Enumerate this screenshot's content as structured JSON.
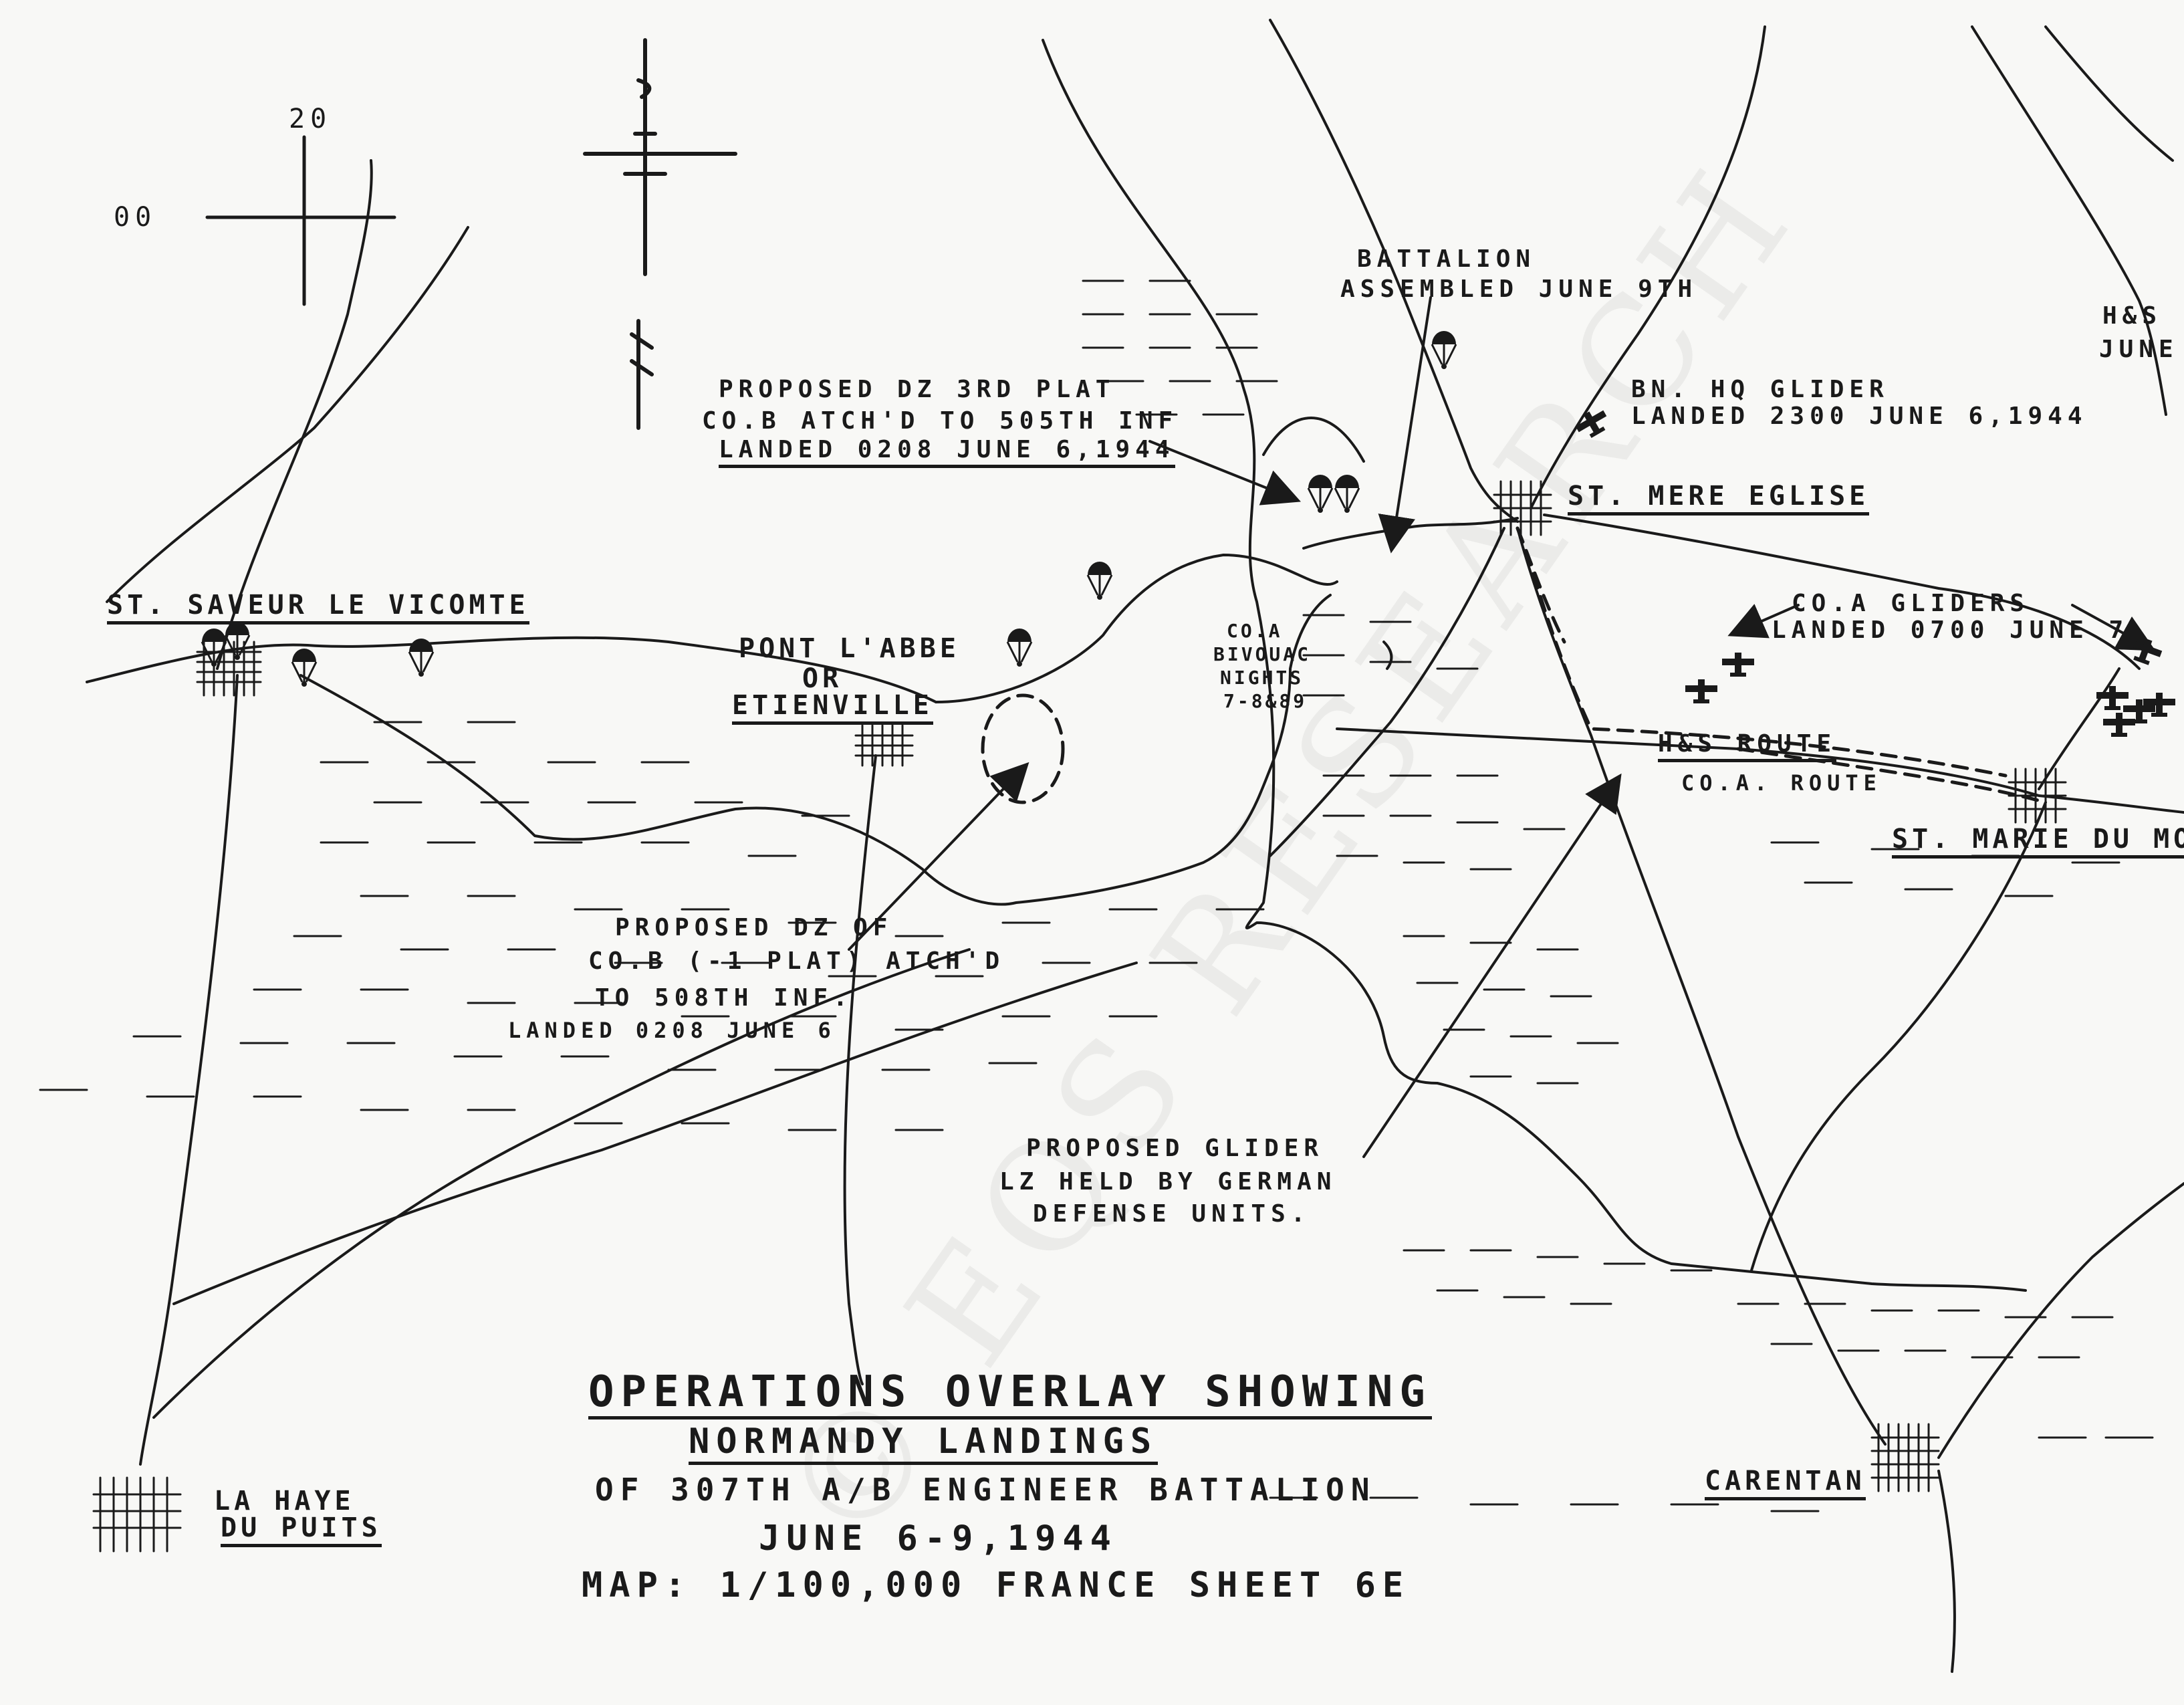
{
  "grid": {
    "easting": "00",
    "northing": "20"
  },
  "north_arrow_symbol": "north-arrow",
  "places": {
    "st_saveur": "ST. SAVEUR LE VICOMTE",
    "pont_labbe_1": "PONT L'ABBE",
    "pont_labbe_2": "OR",
    "pont_labbe_3": "ETIENVILLE",
    "st_mere_eglise": "ST. MERE EGLISE",
    "st_marie_du_mont": "ST. MARIE DU MONT",
    "carentan": "CARENTAN",
    "la_haye_1": "LA HAYE",
    "la_haye_2": "DU PUITS"
  },
  "notes": {
    "battalion_1": "BATTALION",
    "battalion_2": "ASSEMBLED JUNE 9TH",
    "hs_1": "H&S",
    "hs_2": "JUNE",
    "dz3_1": "PROPOSED DZ 3RD PLAT",
    "dz3_2": "CO.B ATCH'D TO 505TH INF",
    "dz3_3": "LANDED 0208 JUNE 6,1944",
    "bnhq_1": "BN. HQ GLIDER",
    "bnhq_2": "LANDED 2300 JUNE 6,1944",
    "coa_gliders_1": "CO.A GLIDERS",
    "coa_gliders_2": "LANDED 0700 JUNE 7",
    "bivouac_1": "CO.A",
    "bivouac_2": "BIVOUAC",
    "bivouac_3": "NIGHTS",
    "bivouac_4": "7-8&89",
    "hs_route": "H&S ROUTE",
    "coa_route": "CO.A. ROUTE",
    "dzb_1": "PROPOSED DZ OF",
    "dzb_2": "CO.B (-1 PLAT) ATCH'D",
    "dzb_3": "TO 508TH INF.",
    "dzb_4": "LANDED 0208 JUNE 6",
    "glider_lz_1": "PROPOSED GLIDER",
    "glider_lz_2": "LZ HELD BY GERMAN",
    "glider_lz_3": "DEFENSE UNITS."
  },
  "title": {
    "line1": "OPERATIONS OVERLAY SHOWING",
    "line2": "NORMANDY LANDINGS",
    "line3": "OF 307TH A/B ENGINEER BATTALION",
    "line4": "JUNE 6-9,1944",
    "line5": "MAP: 1/100,000 FRANCE SHEET 6E"
  },
  "watermark": "© EQS RESEARCH",
  "colors": {
    "ink": "#1a1a1a",
    "paper": "#f8f8f6"
  },
  "icons": [
    "parachute-icon",
    "glider-icon",
    "town-grid-icon",
    "north-arrow-icon"
  ]
}
